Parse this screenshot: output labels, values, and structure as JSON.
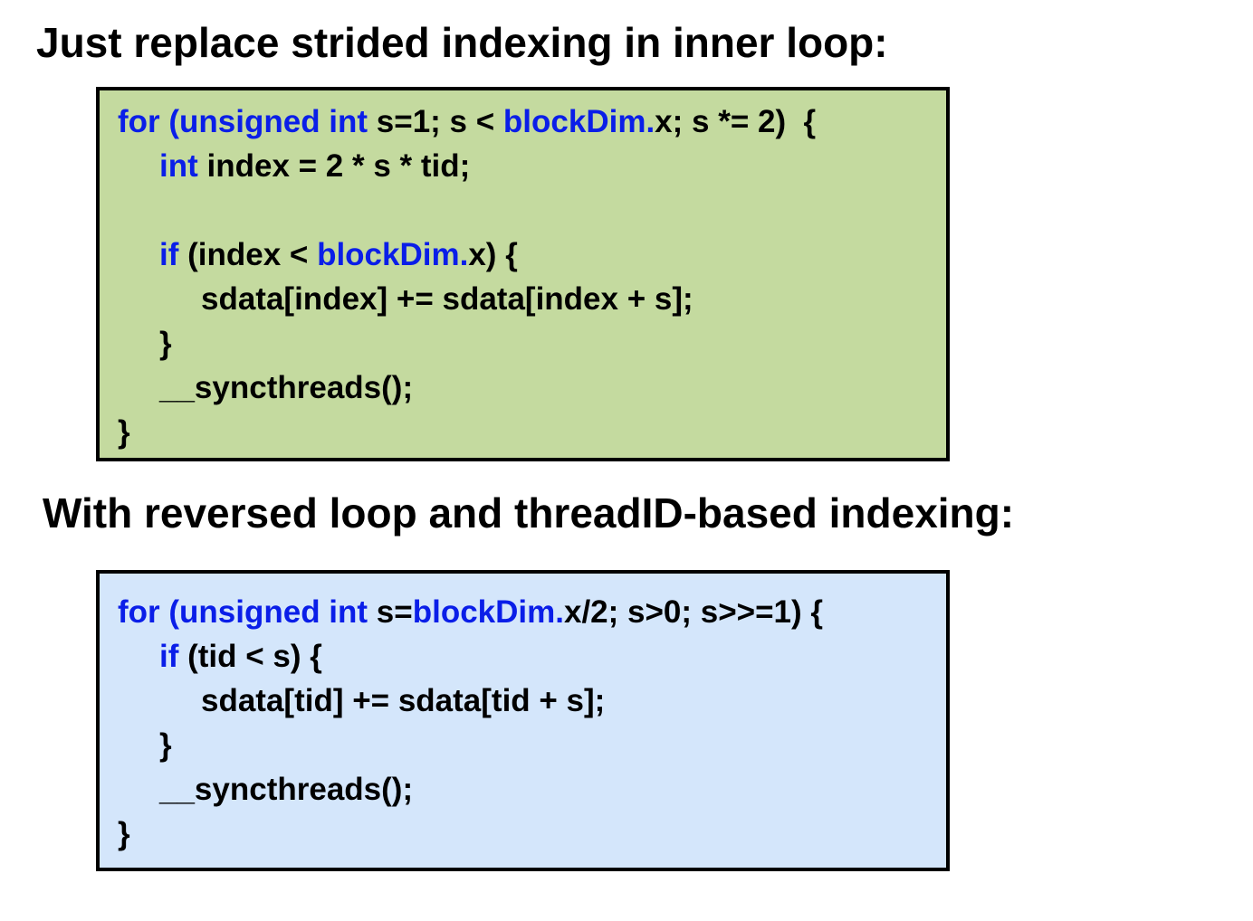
{
  "colors": {
    "background": "#ffffff",
    "text": "#000000",
    "keyword": "#0a1ee8",
    "box_border": "#000000",
    "box1_fill": "#c4da9f",
    "box2_fill": "#d4e6fb"
  },
  "headings": [
    "Just replace strided indexing in inner loop:",
    "With reversed loop and threadID-based indexing:"
  ],
  "code_blocks": [
    {
      "fill": "#c4da9f",
      "lines": [
        {
          "indent": 0,
          "segments": [
            {
              "text": "for (unsigned int",
              "kw": true
            },
            {
              "text": " s=1; s < ",
              "kw": false
            },
            {
              "text": "blockDim.",
              "kw": true
            },
            {
              "text": "x; s *= 2)  {",
              "kw": false
            }
          ]
        },
        {
          "indent": 1,
          "segments": [
            {
              "text": "int",
              "kw": true
            },
            {
              "text": " index = 2 * s * tid;",
              "kw": false
            }
          ]
        },
        {
          "indent": 0,
          "segments": []
        },
        {
          "indent": 1,
          "segments": [
            {
              "text": "if",
              "kw": true
            },
            {
              "text": " (index < ",
              "kw": false
            },
            {
              "text": "blockDim.",
              "kw": true
            },
            {
              "text": "x) {",
              "kw": false
            }
          ]
        },
        {
          "indent": 2,
          "segments": [
            {
              "text": "sdata[index] += sdata[index + s];",
              "kw": false
            }
          ]
        },
        {
          "indent": 1,
          "segments": [
            {
              "text": "}",
              "kw": false
            }
          ]
        },
        {
          "indent": 1,
          "segments": [
            {
              "text": "__syncthreads();",
              "kw": false
            }
          ]
        },
        {
          "indent": 0,
          "segments": [
            {
              "text": "}",
              "kw": false
            }
          ]
        }
      ]
    },
    {
      "fill": "#d4e6fb",
      "lines": [
        {
          "indent": 0,
          "segments": [
            {
              "text": "for (unsigned int",
              "kw": true
            },
            {
              "text": " s=",
              "kw": false
            },
            {
              "text": "blockDim.",
              "kw": true
            },
            {
              "text": "x/2; s>0; s>>=1) {",
              "kw": false
            }
          ]
        },
        {
          "indent": 1,
          "segments": [
            {
              "text": "if",
              "kw": true
            },
            {
              "text": " (tid < s) {",
              "kw": false
            }
          ]
        },
        {
          "indent": 2,
          "segments": [
            {
              "text": "sdata[tid] += sdata[tid + s];",
              "kw": false
            }
          ]
        },
        {
          "indent": 1,
          "segments": [
            {
              "text": "}",
              "kw": false
            }
          ]
        },
        {
          "indent": 1,
          "segments": [
            {
              "text": "__syncthreads();",
              "kw": false
            }
          ]
        },
        {
          "indent": 0,
          "segments": [
            {
              "text": "}",
              "kw": false
            }
          ]
        }
      ]
    }
  ]
}
